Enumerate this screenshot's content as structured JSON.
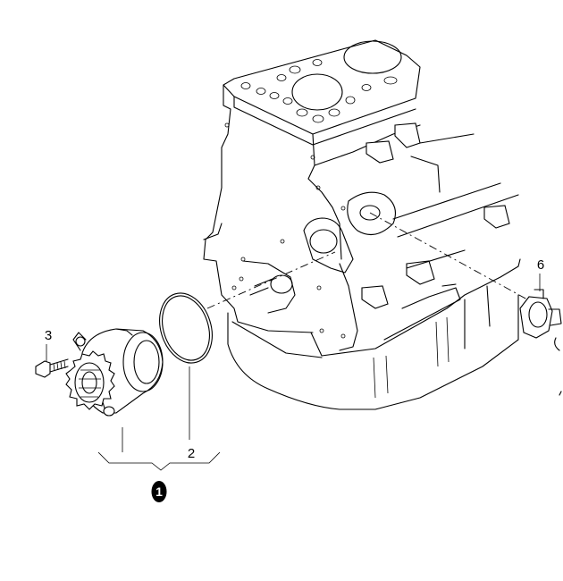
{
  "callouts": {
    "part_1": "1",
    "part_2": "2",
    "part_3": "3",
    "part_6": "6"
  },
  "colors": {
    "ink": "#000000",
    "background": "#ffffff",
    "badge_fill": "#000000",
    "badge_text": "#ffffff"
  }
}
